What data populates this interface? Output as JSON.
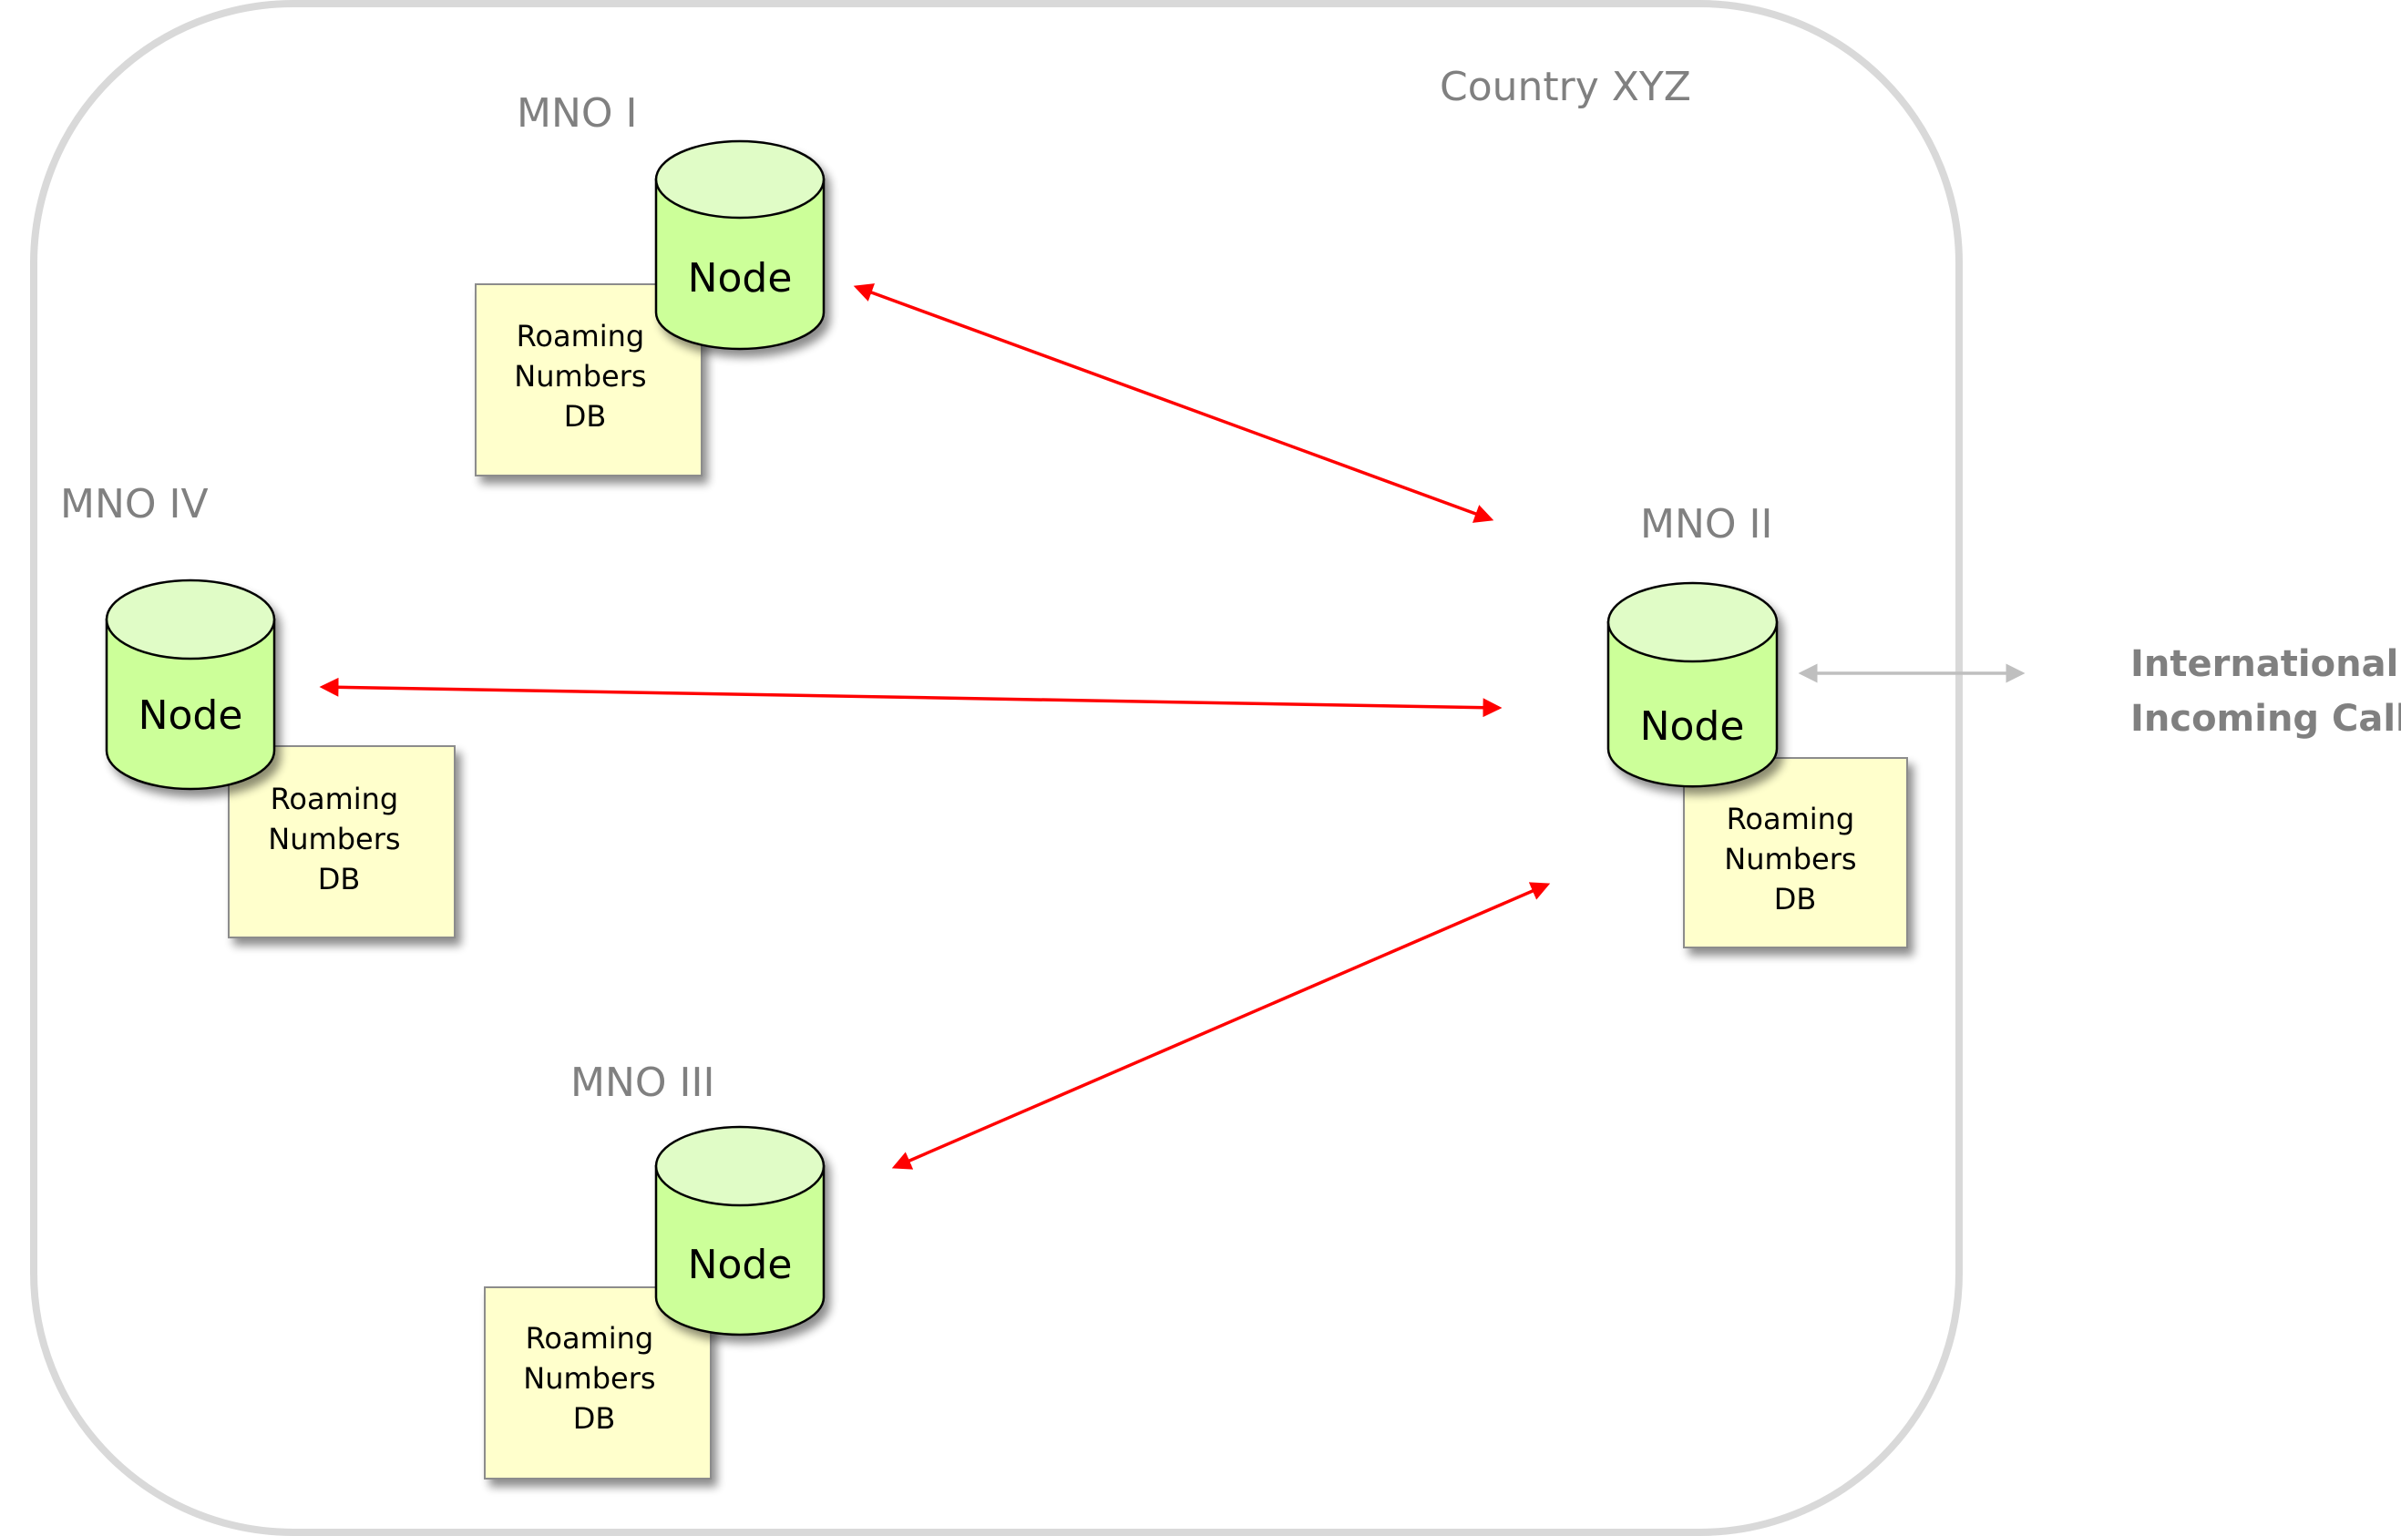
{
  "country": {
    "label": "Country XYZ",
    "border_color": "#d9d9d9"
  },
  "colors": {
    "link": "#ff0000",
    "external_link": "#bfbfbf",
    "node_body": "#ccff99",
    "node_top": "#e0fcc6",
    "db_fill": "#ffffcc",
    "label_gray": "#808080"
  },
  "operators": [
    {
      "id": "mno-1",
      "label": "MNO I",
      "node_label": "Node",
      "db_lines": [
        "Roaming",
        "Numbers",
        "DB"
      ]
    },
    {
      "id": "mno-2",
      "label": "MNO II",
      "node_label": "Node",
      "db_lines": [
        "Roaming",
        "Numbers",
        "DB"
      ]
    },
    {
      "id": "mno-3",
      "label": "MNO III",
      "node_label": "Node",
      "db_lines": [
        "Roaming",
        "Numbers",
        "DB"
      ]
    },
    {
      "id": "mno-4",
      "label": "MNO IV",
      "node_label": "Node",
      "db_lines": [
        "Roaming",
        "Numbers",
        "DB"
      ]
    }
  ],
  "links": [
    {
      "from": "mno-1",
      "to": "mno-2",
      "type": "bidirectional"
    },
    {
      "from": "mno-4",
      "to": "mno-2",
      "type": "bidirectional"
    },
    {
      "from": "mno-3",
      "to": "mno-2",
      "type": "bidirectional"
    }
  ],
  "external": {
    "lines": [
      "International",
      "Incoming Call"
    ],
    "connected_to": "mno-2",
    "link_type": "bidirectional"
  }
}
